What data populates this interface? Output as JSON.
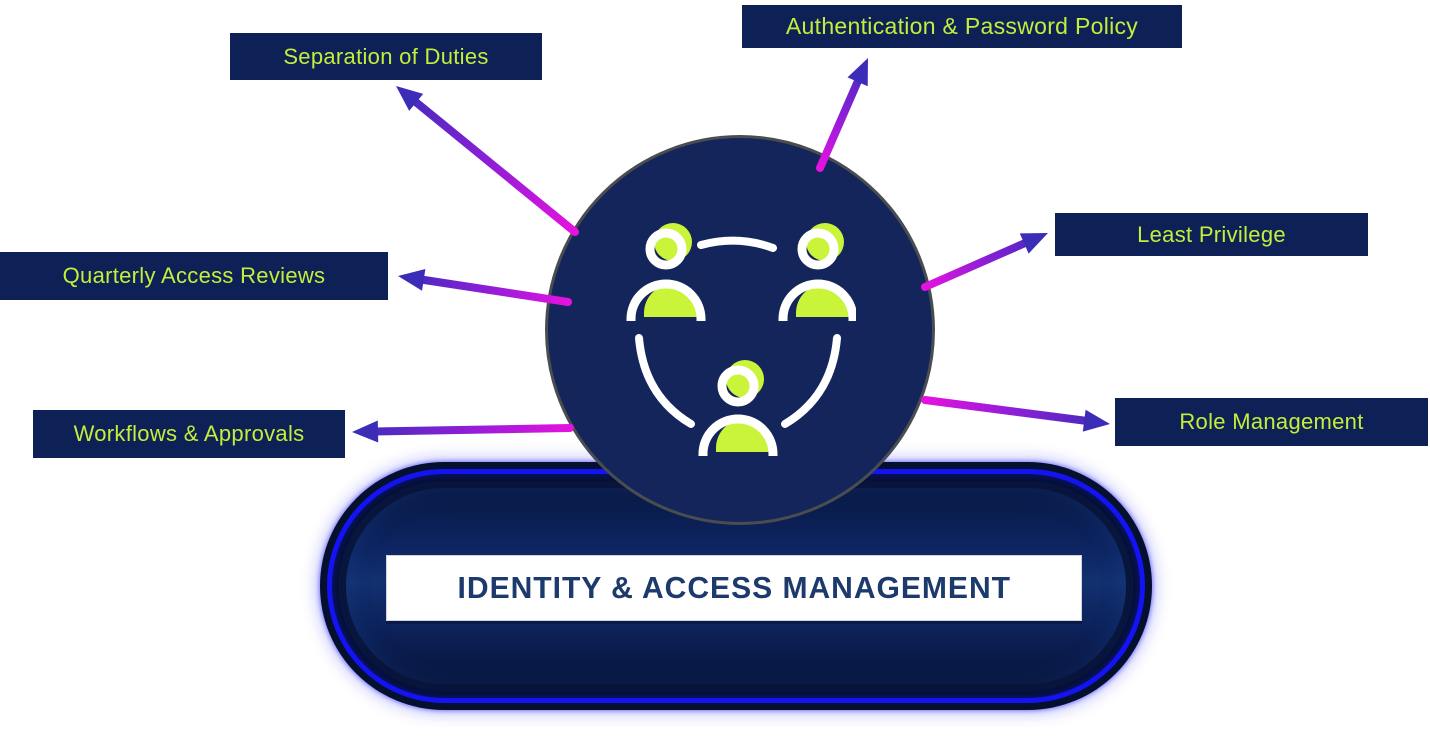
{
  "diagram": {
    "title": "IDENTITY & ACCESS MANAGEMENT",
    "center": {
      "icon": "team-people-icon",
      "description": "three people connected in a circle"
    },
    "labels": [
      {
        "id": "separation-of-duties",
        "text": "Separation of Duties"
      },
      {
        "id": "authentication-password-policy",
        "text": "Authentication & Password Policy"
      },
      {
        "id": "least-privilege",
        "text": "Least Privilege"
      },
      {
        "id": "role-management",
        "text": "Role Management"
      },
      {
        "id": "quarterly-access-reviews",
        "text": "Quarterly Access Reviews"
      },
      {
        "id": "workflows-approvals",
        "text": "Workflows & Approvals"
      }
    ],
    "colors": {
      "label_box_navy": "#0d2157",
      "label_text_green": "#c4ee3b",
      "hub_navy": "#14255c",
      "hub_border_gray": "#4a4d50",
      "icon_green": "#c9f43a",
      "icon_white": "#ffffff",
      "arrow_magenta": "#e512e0",
      "arrow_indigo": "#3b2db8",
      "glow_blue": "#1414f2",
      "pill_navy": "#0d2460",
      "title_navy": "#1d3a6c",
      "background": "#ffffff"
    }
  }
}
